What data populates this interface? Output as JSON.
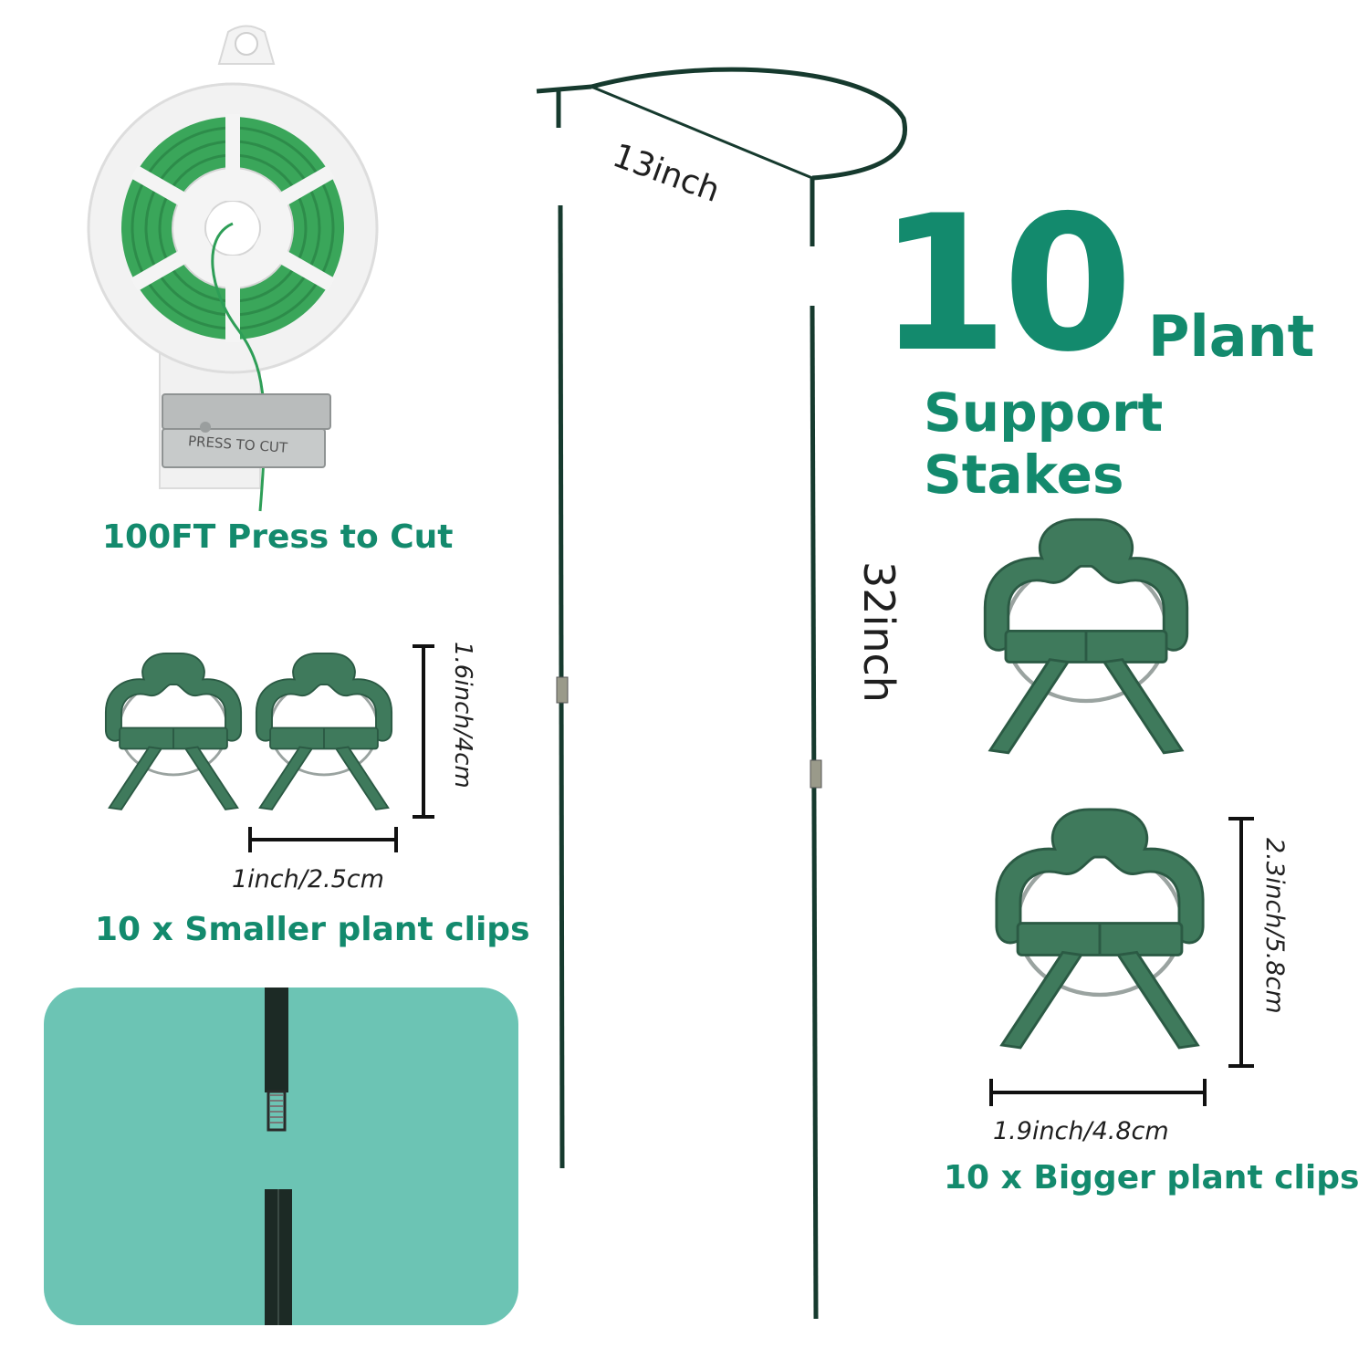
{
  "headline": {
    "count": "10",
    "line1": "Plant",
    "line2": "Support Stakes"
  },
  "labels": {
    "wire_caption": "100FT Press to Cut",
    "wire_cutter_text": "PRESS TO CUT",
    "small_clips_caption": "10 x Smaller plant clips",
    "big_clips_caption": "10 x Bigger plant clips"
  },
  "dimensions": {
    "ring_width": "13inch",
    "stake_height": "32inch",
    "small_clip_height": "1.6inch/4cm",
    "small_clip_width": "1inch/2.5cm",
    "big_clip_height": "2.3inch/5.8cm",
    "big_clip_width": "1.9inch/4.8cm"
  },
  "colors": {
    "brand_green": "#138a6d",
    "clip_green": "#3f7a5c",
    "wire_green": "#2e9e57",
    "stake_dark": "#163a2e",
    "detail_panel": "#6cc4b4"
  },
  "icons": {
    "wire_spool": "wire-spool-icon",
    "clip": "plant-clip-icon",
    "stake": "plant-stake-icon"
  }
}
